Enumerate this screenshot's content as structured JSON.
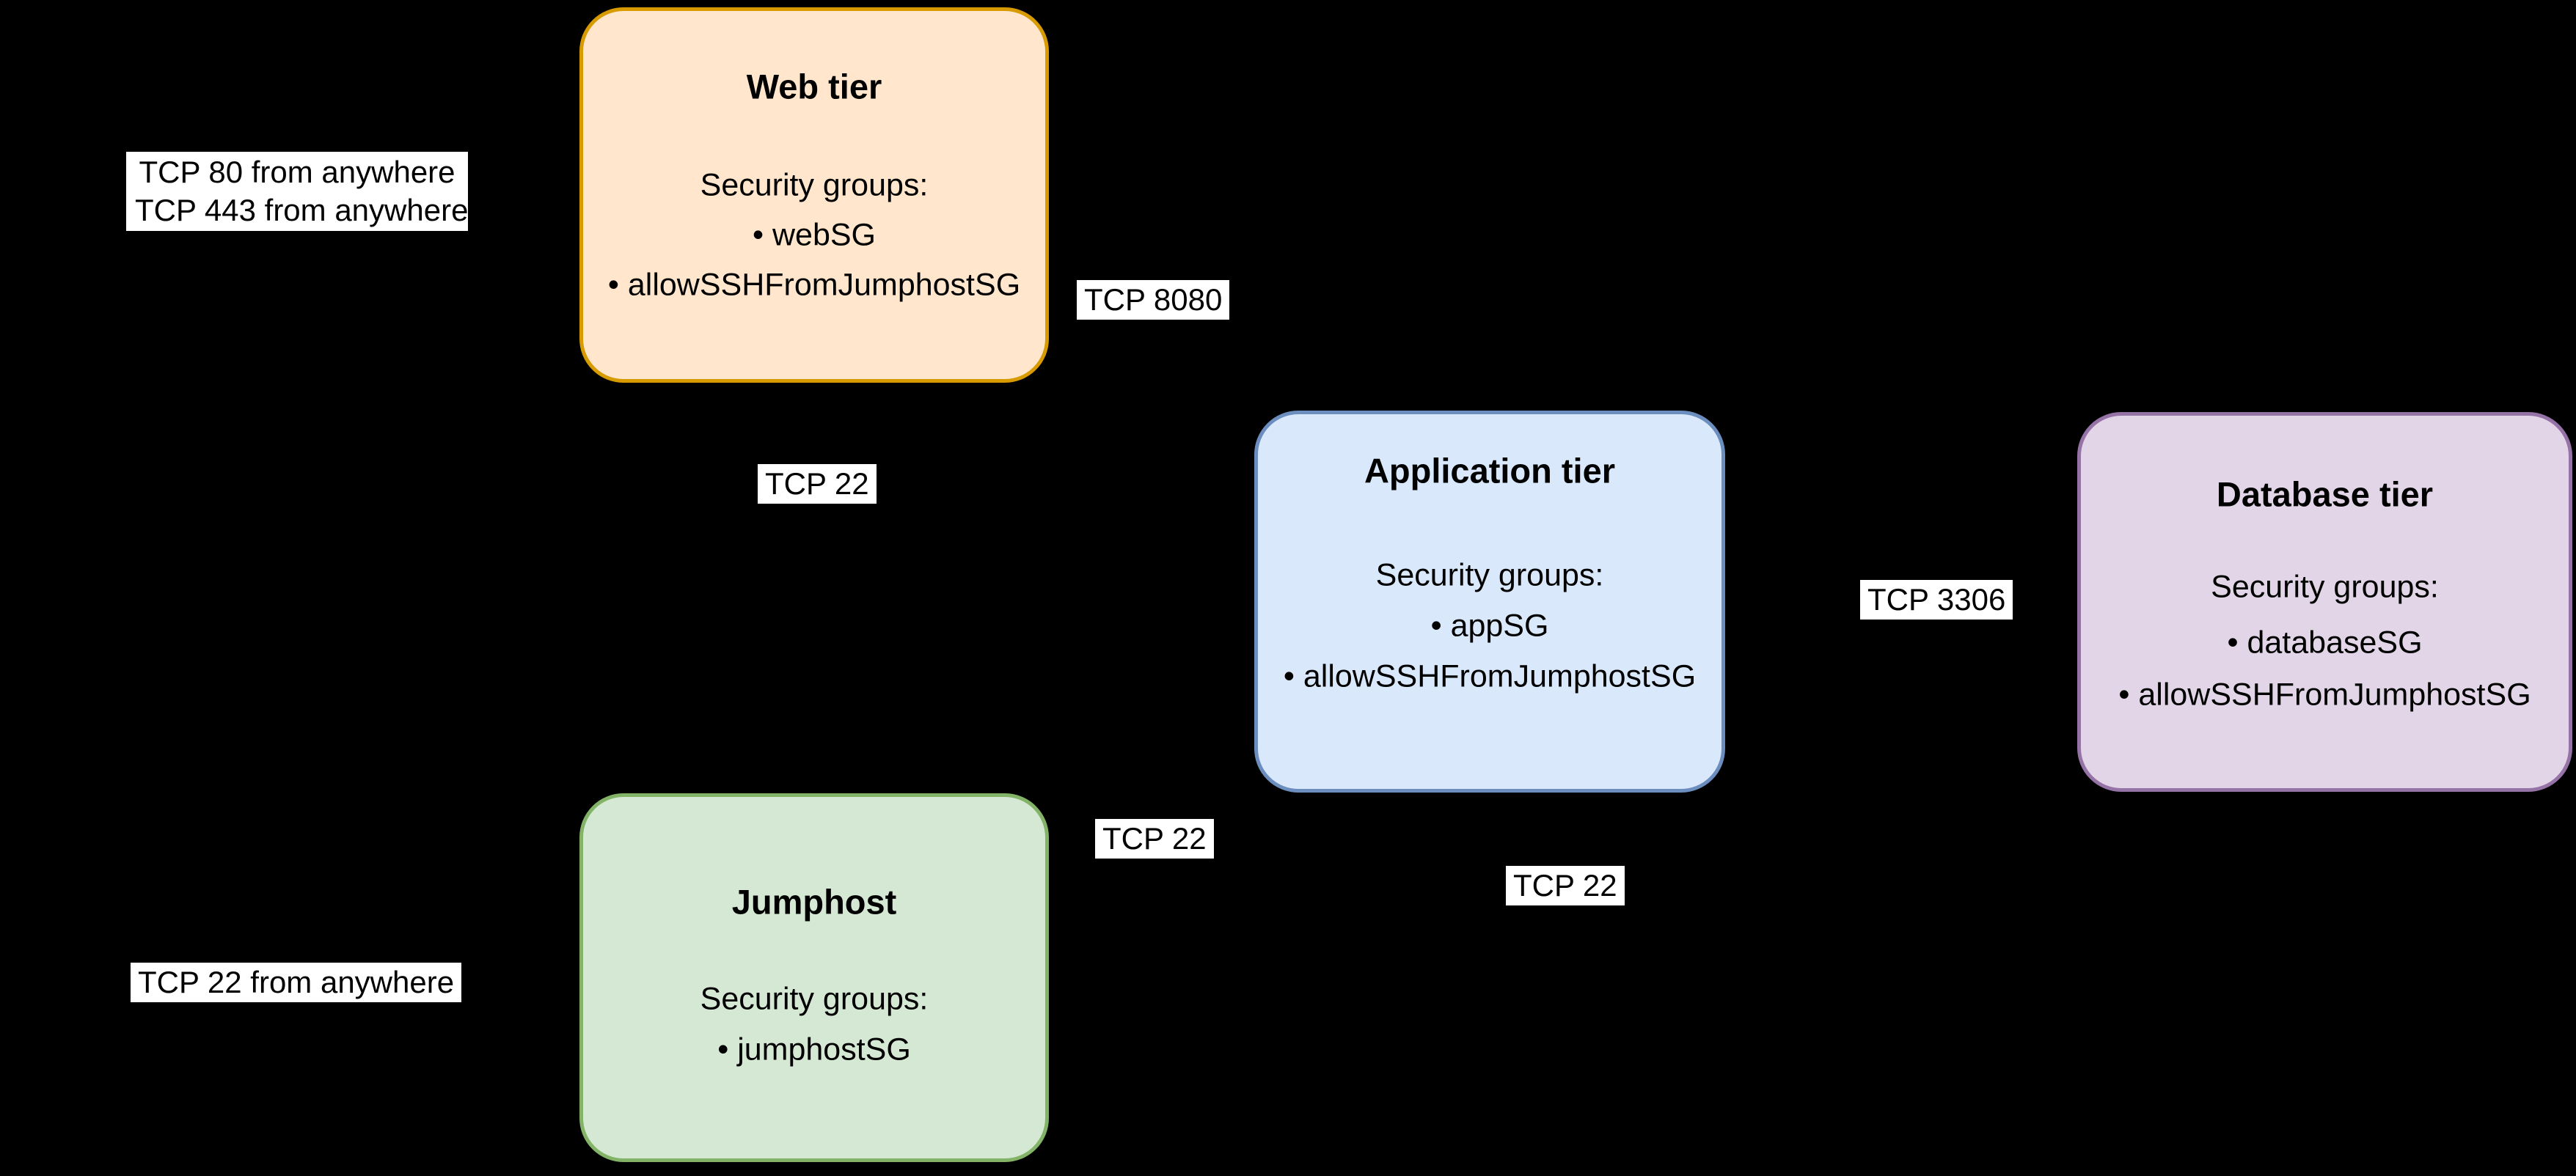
{
  "diagram": {
    "background": "#000000",
    "boxes": {
      "web": {
        "title": "Web tier",
        "lines": [
          "Security groups:",
          "• webSG",
          "• allowSSHFromJumphostSG"
        ],
        "fill": "#FFE6CC",
        "stroke": "#D79B00"
      },
      "app": {
        "title": "Application tier",
        "lines": [
          "Security groups:",
          "• appSG",
          "• allowSSHFromJumphostSG"
        ],
        "fill": "#DAE8FC",
        "stroke": "#6C8EBF"
      },
      "db": {
        "title": "Database tier",
        "lines": [
          "Security groups:",
          "• databaseSG",
          "• allowSSHFromJumphostSG"
        ],
        "fill": "#E1D5E7",
        "stroke": "#9673A6"
      },
      "jump": {
        "title": "Jumphost",
        "lines": [
          "Security groups:",
          "• jumphostSG"
        ],
        "fill": "#D5E8D4",
        "stroke": "#82B366"
      }
    },
    "labels": {
      "web_ingress_line1": "TCP 80 from anywhere",
      "web_ingress_line2": "TCP 443 from anywhere",
      "web_to_app": "TCP 8080",
      "jump_to_web": "TCP 22",
      "app_to_db": "TCP 3306",
      "jump_to_app_upper": "TCP 22",
      "jump_to_app_lower": "TCP 22",
      "jump_ingress": "TCP 22 from anywhere"
    }
  }
}
